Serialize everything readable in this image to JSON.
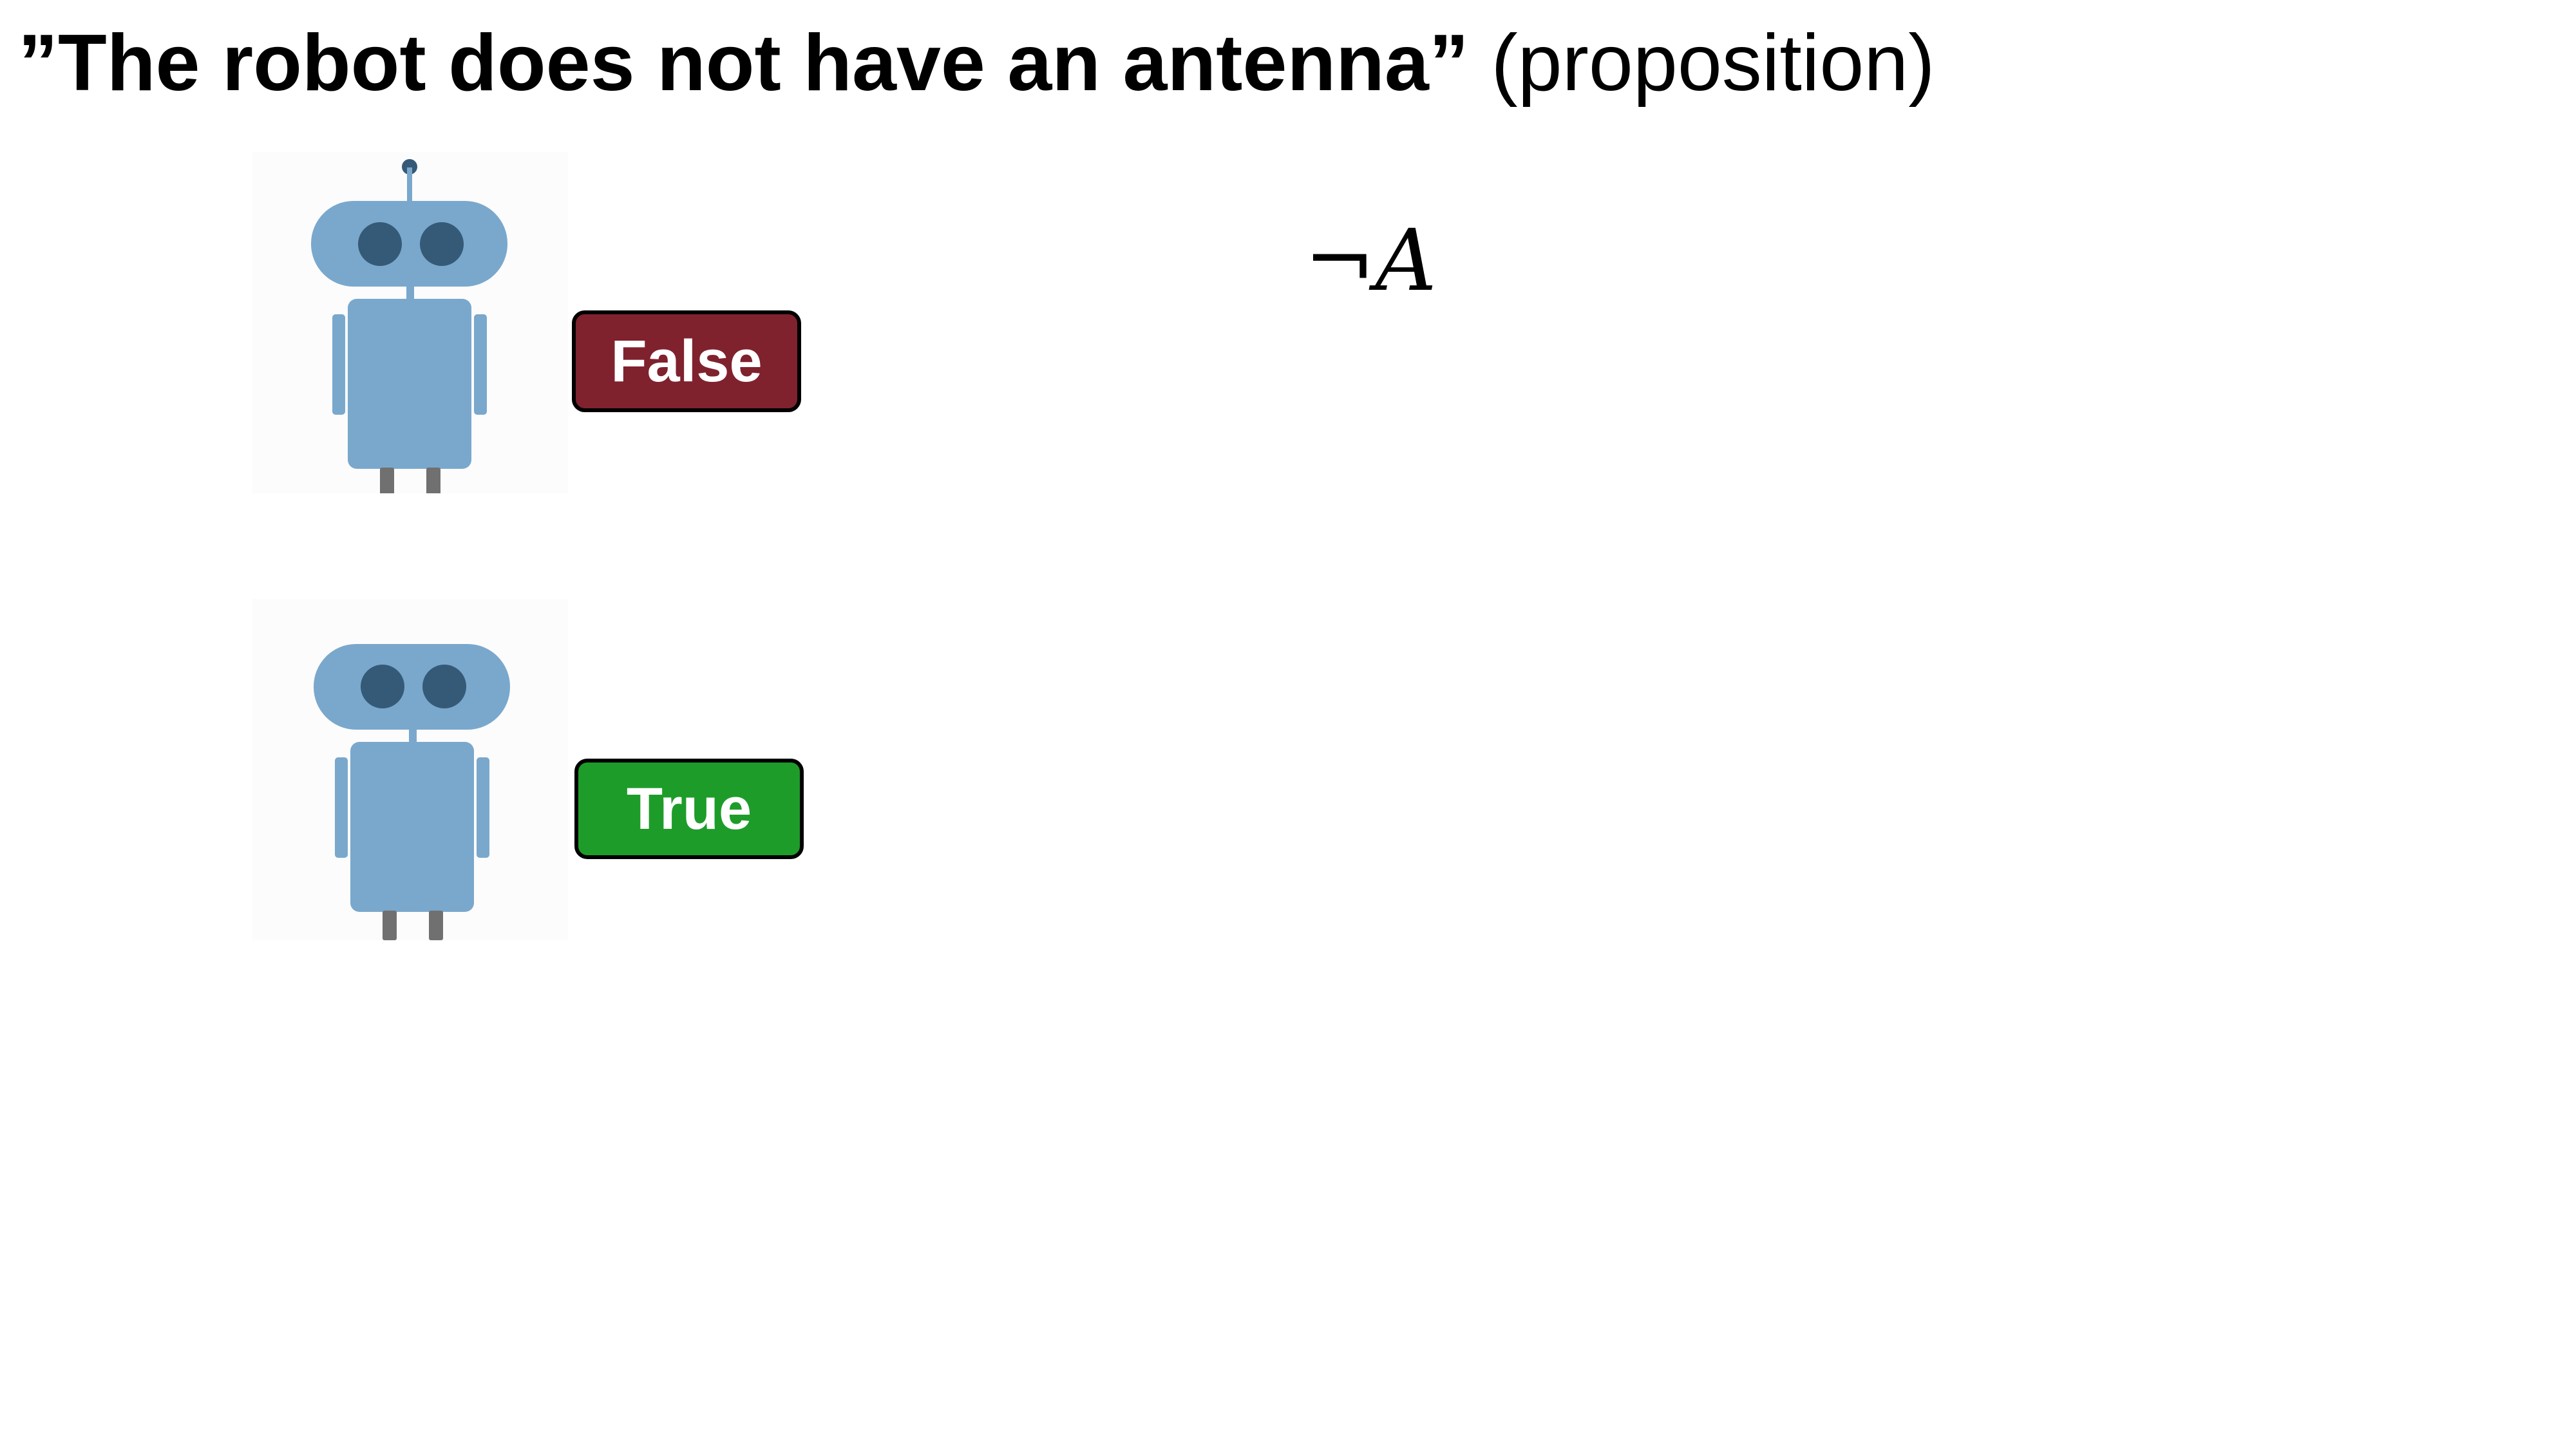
{
  "title": {
    "quote": "”The robot does not have an antenna”",
    "suffix": "(proposition)"
  },
  "formula": "¬A",
  "robots": [
    {
      "has_antenna": true,
      "truth_label": "False",
      "truth_color": "#7f222e"
    },
    {
      "has_antenna": false,
      "truth_label": "True",
      "truth_color": "#1e9c2a"
    }
  ],
  "colors": {
    "robot_body": "#7aa8cc",
    "robot_eyes": "#355a78",
    "robot_legs": "#707070",
    "antenna": "#355a78"
  }
}
